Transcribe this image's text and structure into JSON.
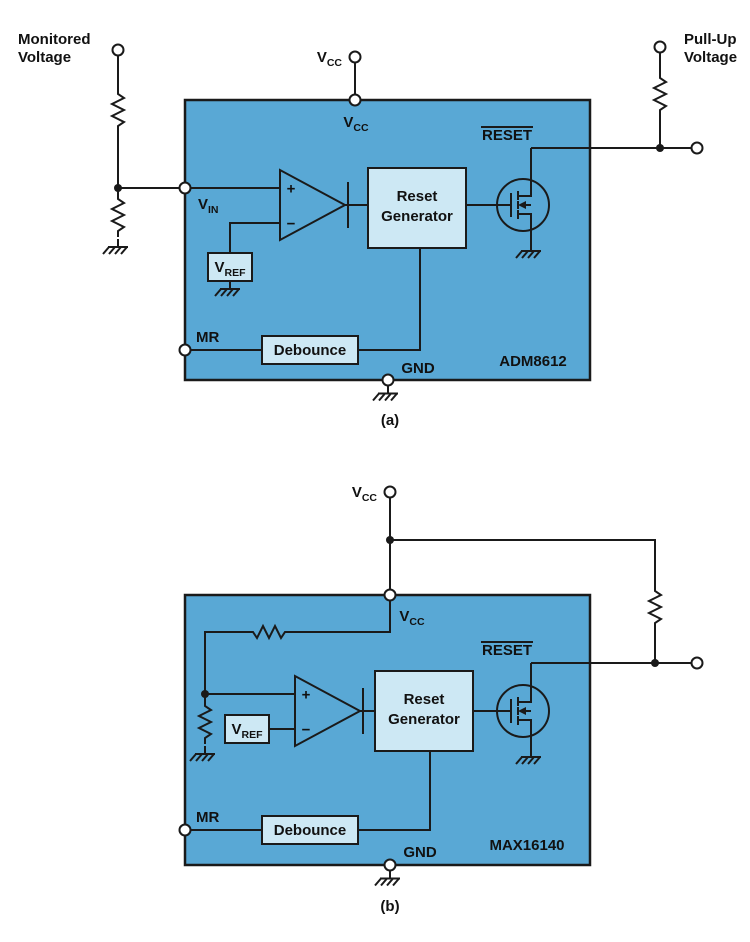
{
  "colors": {
    "chip_fill": "#59a8d5",
    "inner_box_fill": "#cde8f4",
    "line": "#1a1a1a",
    "background": "#ffffff"
  },
  "diagram_a": {
    "part_number": "ADM8612",
    "caption": "(a)",
    "monitored_voltage": [
      "Monitored",
      "Voltage"
    ],
    "pull_up_voltage": [
      "Pull-Up",
      "Voltage"
    ],
    "vcc": {
      "base": "V",
      "sub": "CC"
    },
    "vin": {
      "base": "V",
      "sub": "IN"
    },
    "vref": {
      "base": "V",
      "sub": "REF"
    },
    "reset": "RESET",
    "reset_generator": [
      "Reset",
      "Generator"
    ],
    "comparator": {
      "plus": "+",
      "minus": "−"
    },
    "mr": "MR",
    "debounce": "Debounce",
    "gnd": "GND"
  },
  "diagram_b": {
    "part_number": "MAX16140",
    "caption": "(b)",
    "vcc": {
      "base": "V",
      "sub": "CC"
    },
    "vref": {
      "base": "V",
      "sub": "REF"
    },
    "reset": "RESET",
    "reset_generator": [
      "Reset",
      "Generator"
    ],
    "comparator": {
      "plus": "+",
      "minus": "−"
    },
    "mr": "MR",
    "debounce": "Debounce",
    "gnd": "GND"
  }
}
